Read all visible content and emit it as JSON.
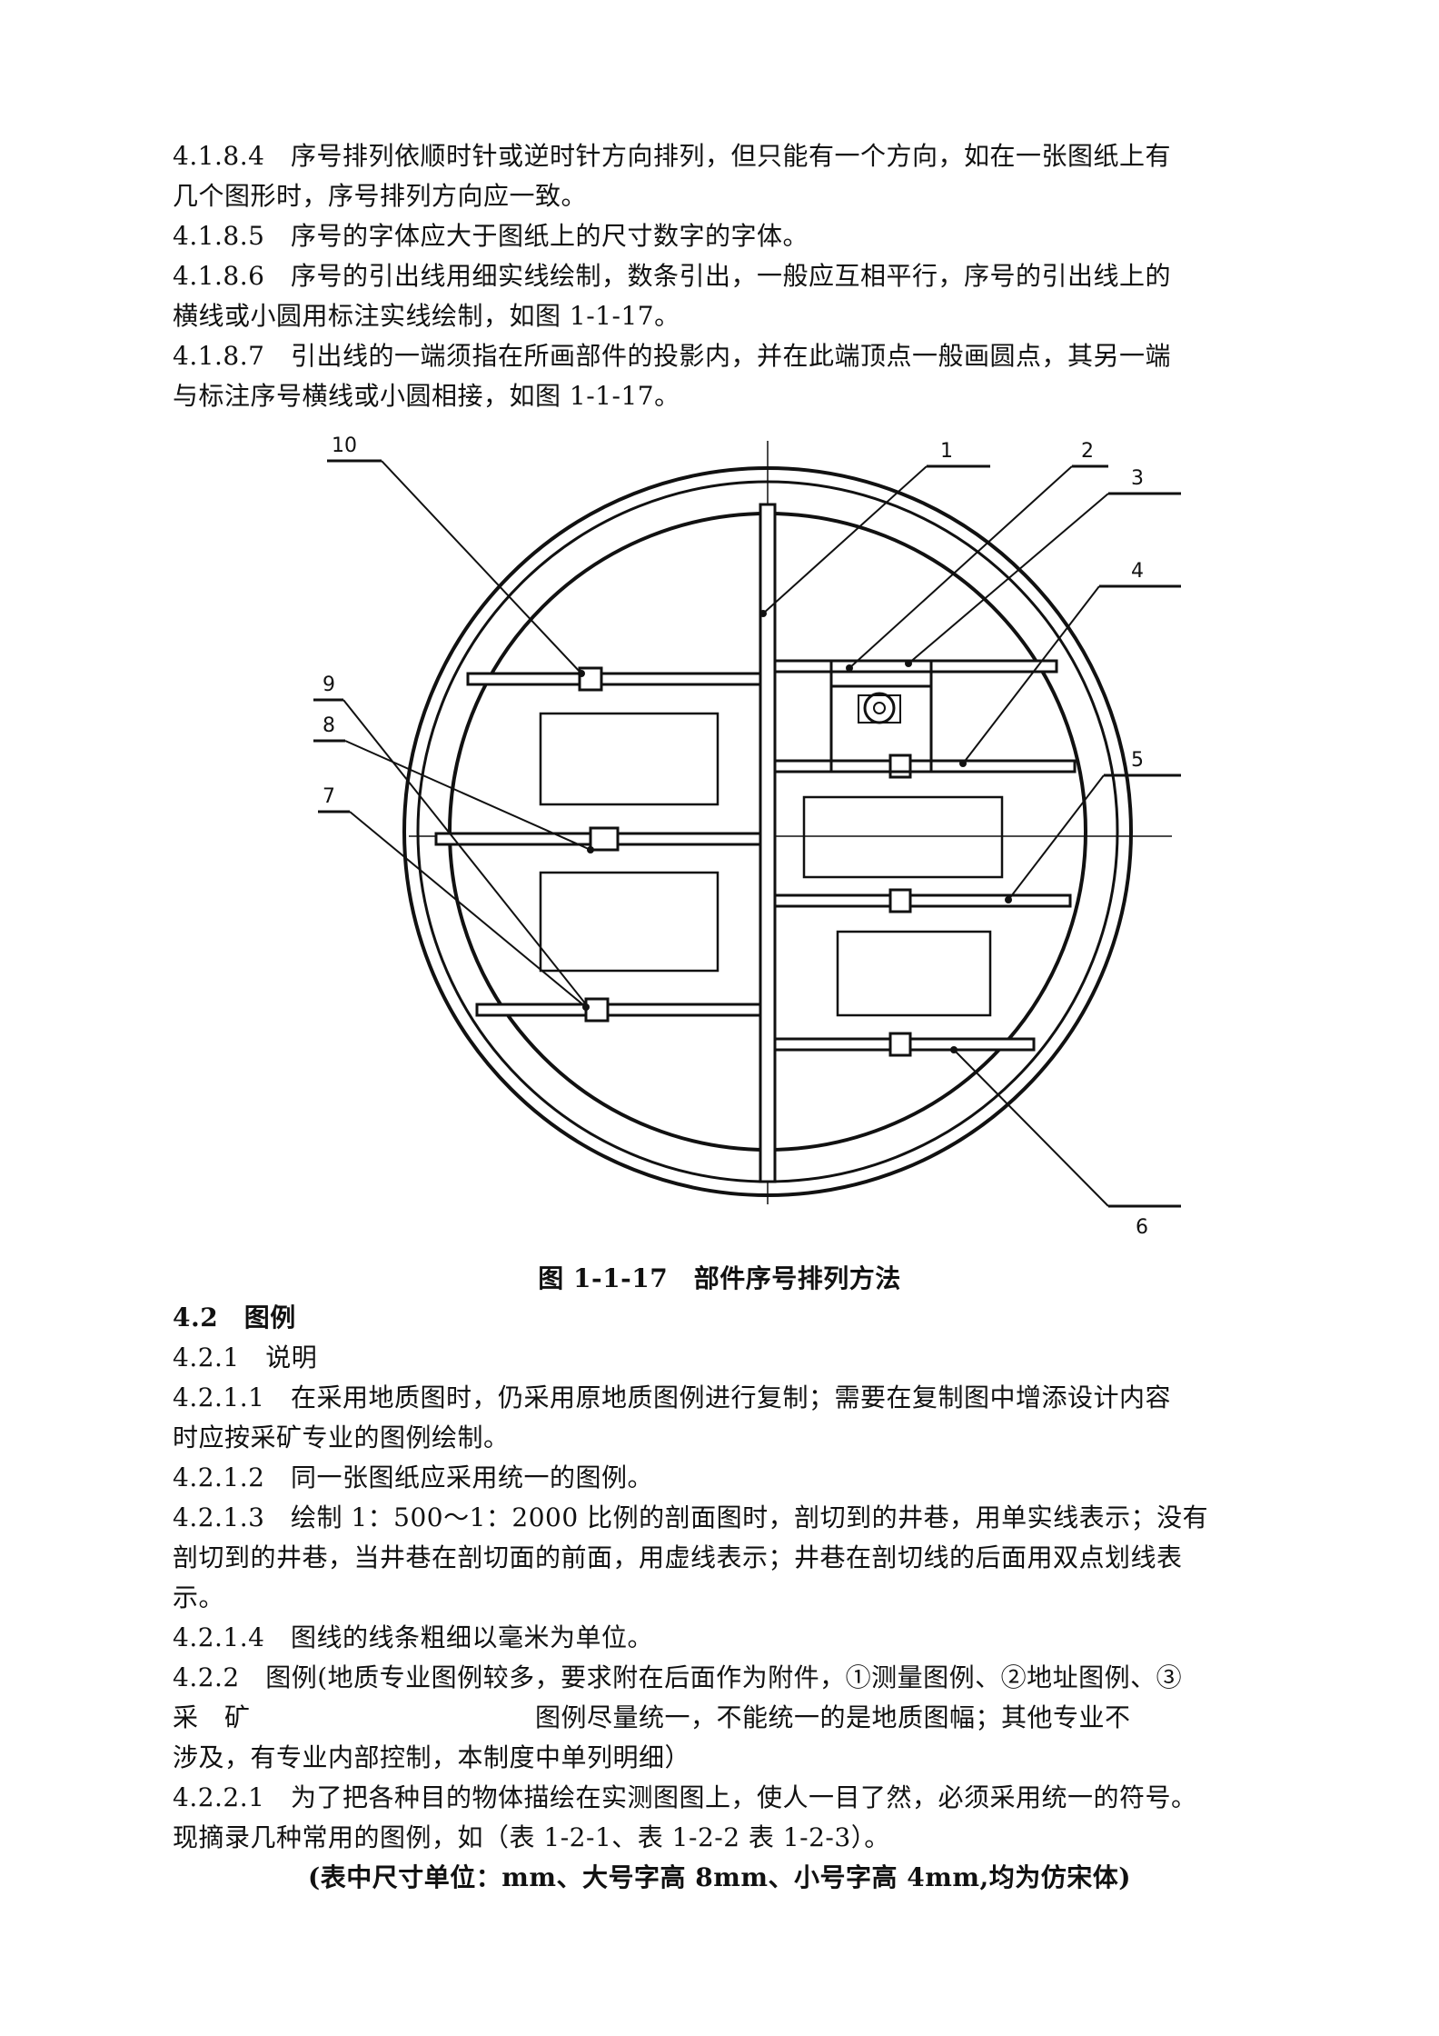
{
  "paragraphs_top": [
    "4.1.8.4　序号排列依顺时针或逆时针方向排列，但只能有一个方向，如在一张图纸上有",
    "几个图形时，序号排列方向应一致。",
    "4.1.8.5　序号的字体应大于图纸上的尺寸数字的字体。",
    "4.1.8.6　序号的引出线用细实线绘制，数条引出，一般应互相平行，序号的引出线上的",
    "横线或小圆用标注实线绘制，如图 1-1-17。",
    "4.1.8.7　引出线的一端须指在所画部件的投影内，并在此端顶点一般画圆点，其另一端",
    "与标注序号横线或小圆相接，如图 1-1-17。"
  ],
  "figure": {
    "labels": [
      "1",
      "2",
      "3",
      "4",
      "5",
      "6",
      "7",
      "8",
      "9",
      "10"
    ],
    "caption": "图 1-1-17　部件序号排列方法"
  },
  "section_heading": "4.2　图例",
  "paragraphs_bottom": [
    "4.2.1　说明",
    "4.2.1.1　在采用地质图时，仍采用原地质图例进行复制；需要在复制图中增添设计内容",
    "时应按采矿专业的图例绘制。",
    "4.2.1.2　同一张图纸应采用统一的图例。",
    "4.2.1.3　绘制 1：500～1：2000 比例的剖面图时，剖切到的井巷，用单实线表示；没有",
    "剖切到的井巷，当井巷在剖切面的前面，用虚线表示；井巷在剖切线的后面用双点划线表",
    "示。",
    "4.2.1.4　图线的线条粗细以毫米为单位。",
    "4.2.2　图例(地质专业图例较多，要求附在后面作为附件，①测量图例、②地址图例、③",
    "采　矿　　　　　　　　　　　图例尽量统一，不能统一的是地质图幅；其他专业不",
    "涉及，有专业内部控制，本制度中单列明细）",
    "4.2.2.1　为了把各种目的物体描绘在实测图图上，使人一目了然，必须采用统一的符号。",
    "现摘录几种常用的图例，如（表 1-2-1、表 1-2-2 表 1-2-3）。"
  ],
  "note": "(表中尺寸单位：mm、大号字高 8mm、小号字高 4mm,均为仿宋体)"
}
